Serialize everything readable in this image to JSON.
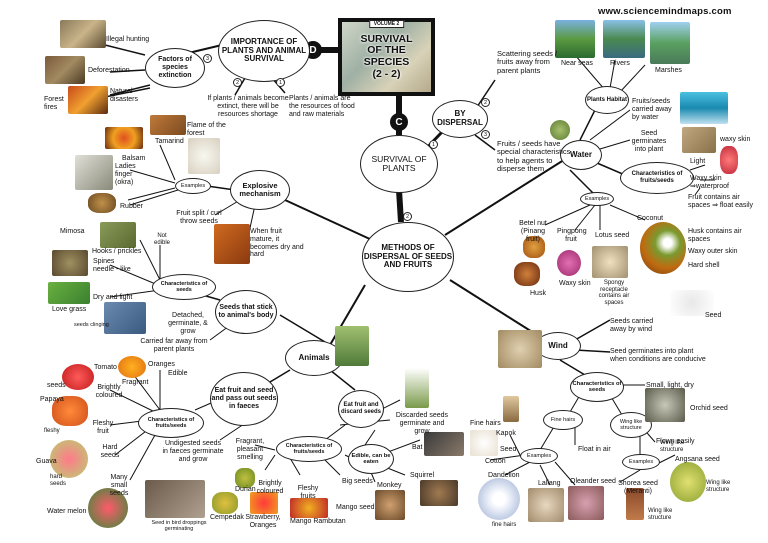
{
  "website": "www.sciencemindmaps.com",
  "title": {
    "volume": "VOLUME 2",
    "line1": "SURVIVAL",
    "line2": "OF THE",
    "line3": "SPECIES",
    "line4": "(2 - 2)"
  },
  "letters": {
    "c": "C",
    "d": "D"
  },
  "nodes": {
    "survival": "SURVIVAL OF PLANTS",
    "importance": "IMPORTANCE OF PLANTS AND ANIMAL SURVIVAL",
    "factors": "Factors of species extinction",
    "dispersal": "BY DISPERSAL",
    "methods": "METHODS OF DISPERSAL OF SEEDS AND FRUITS",
    "explosive": "Explosive mechanism",
    "examples_explosive": "Examples",
    "water": "Water",
    "plants_habitat": "Plants Habitat",
    "char_water": "Characteristics of fruits/seeds",
    "examples_water": "Examples",
    "char_seeds_stick": "Characteristics of seeds",
    "stick": "Seeds that stick to animal's body",
    "animals": "Animals",
    "eat": "Eat fruit and seed and pass out seeds in faeces",
    "char_eat": "Characteristics of fruits/seeds",
    "discard": "Eat fruit and discard seeds",
    "char_discard": "Characteristics of fruits/seeds",
    "edible": "Edible, can be eaten",
    "wind": "Wind",
    "char_wind": "Characteristics of seeds",
    "fine_hairs": "Fine hairs",
    "wing": "Wing like structure",
    "examples_fine": "Examples",
    "examples_wing": "Examples"
  },
  "texts": {
    "if_plants": "If plants / animals become extinct, there will be resources shortage",
    "plants_animals": "Plants / animals are the resources of food and raw materials",
    "scattering": "Scattering seeds / fruits away from parent plants",
    "fruits_seeds": "Fruits / seeds have special characteristics to help agents to disperse them",
    "illegal": "Illegal hunting",
    "deforestation": "Deforestation",
    "natural": "Natural disasters",
    "forest_fires": "Forest fires",
    "flame": "Flame of the forest",
    "tamarind": "Tamarind",
    "balsam": "Balsam",
    "ladies": "Ladies finger (okra)",
    "rubber": "Rubber",
    "fruit_split": "Fruit split / curl throw seeds",
    "when_fruit": "When fruit mature, it becomes dry and hard",
    "near_seas": "Near seas",
    "rivers": "Rivers",
    "marshes": "Marshes",
    "fruits_carried": "Fruits/seeds carried away by water",
    "seed_germinates": "Seed germinates into plant",
    "waxy_skin": "waxy skin",
    "light": "Light",
    "waxy_skin_wp": "Waxy skin ⇒waterproof",
    "fruit_air": "Fruit contains air spaces ⇒ float easily",
    "coconut": "Coconut",
    "husk_air": "Husk contains air spaces",
    "waxy_outer": "Waxy outer skin",
    "hard_shell": "Hard shell",
    "betel": "Betel nut (Pinang fruit)",
    "pong": "Pingpong fruit",
    "lotus": "Lotus seed",
    "husk": "Husk",
    "waxy_skin2": "Waxy skin",
    "spongy": "Spongy receptacle contains air spaces",
    "mimosa": "Mimosa",
    "hooks": "Hooks / prickles",
    "not_edible": "Not edible",
    "spines": "Spines needle - like",
    "dry_light": "Dry and light",
    "love_grass": "Love grass",
    "seeds_clinging": "seeds clinging",
    "detached": "Detached, germinate, & grow",
    "carried_far": "Carried far away from parent plants",
    "tomato": "Tomato",
    "seeds_lbl": "seeds",
    "oranges": "Oranges",
    "fragrant": "Fragrant",
    "edible_lbl": "Edible",
    "brightly": "Brightly coloured",
    "papaya": "Papaya",
    "fleshy": "Fleshy fruit",
    "fleshy2": "fleshy",
    "hard_seeds": "Hard seeds",
    "guava": "Guava",
    "hard_seeds2": "hard seeds",
    "many_small": "Many small seeds",
    "water_melon": "Water melon",
    "undigested": "Undigested seeds in faeces germinate and grow",
    "seed_bird": "Seed in bird droppings germinating",
    "durian": "Durian",
    "cempedak": "Cempedak",
    "fragrant_pleasant": "Fragrant, pleasant smelling",
    "brightly2": "Brightly coloured",
    "fleshy_fruits": "Fleshy fruits",
    "strawberry": "Strawberry, Oranges",
    "mango_rambutan": "Mango Rambutan",
    "big_seeds": "Big seeds",
    "mango_seed": "Mango seed",
    "discarded": "Discarded seeds germinate and grow",
    "bat": "Bat",
    "monkey": "Monkey",
    "squirrel": "Squirrel",
    "seed_wind": "Seed",
    "seeds_carried_wind": "Seeds carried away by wind",
    "seed_germ_wind": "Seed germinates into plant when conditions are conducive",
    "small_light": "Small, light, dry",
    "orchid": "Orchid seed",
    "fine_hairs_lbl": "Fine hairs",
    "kapok": "Kapok",
    "seed_lbl": "Seed",
    "float_air": "Float in air",
    "flown_easily": "Flown easily",
    "angsana": "Angsana seed",
    "wing_like": "Wing like structure",
    "cotton": "Cotton",
    "dandelion": "Dandelion",
    "lallang": "Lallang",
    "oleander": "Oleander seed",
    "fine_hairs2": "fine hairs",
    "shorea": "Shorea seed (Meranti)",
    "wing_like2": "Wing like structure",
    "wing_like3": "Wing like structure"
  },
  "colors": {
    "line": "#111111",
    "accent": "#222222"
  }
}
